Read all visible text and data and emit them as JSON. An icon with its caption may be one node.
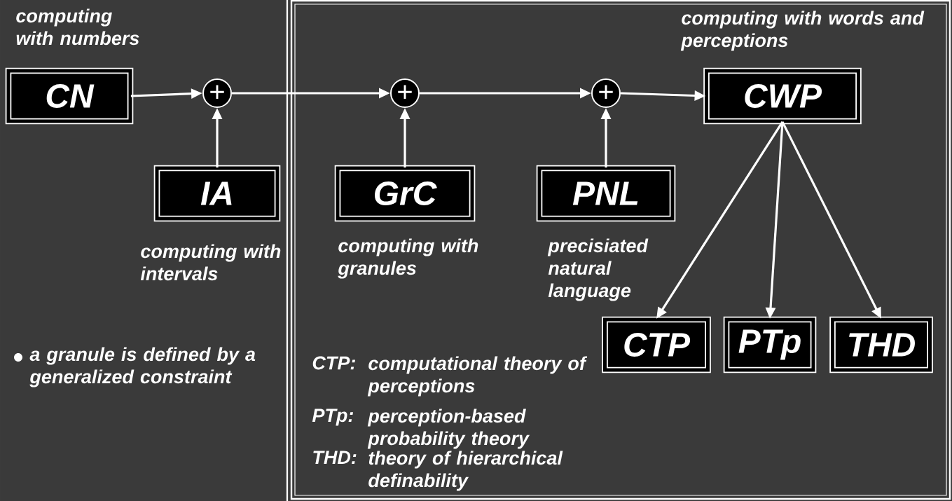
{
  "diagram": {
    "nodes": [
      {
        "text": [
          "CN"
        ],
        "beside": [
          "computing with numbers"
        ]
      },
      {
        "text": [
          "+"
        ]
      },
      {
        "text": [
          "IA"
        ],
        "beside": [
          "computing with intervals"
        ]
      },
      {
        "text": [
          "+"
        ]
      },
      {
        "text": [
          "GrC"
        ],
        "beside": [
          "computing with granules"
        ]
      },
      {
        "text": [
          "+"
        ]
      },
      {
        "text": [
          "PNL"
        ],
        "beside": [
          "precisiated natural language"
        ]
      },
      {
        "text": [
          "CWP"
        ],
        "beside": [
          "computing with words and perceptions"
        ]
      },
      {
        "text": [
          "CTP"
        ]
      },
      {
        "text": [
          "PTp"
        ]
      },
      {
        "text": [
          "THD"
        ]
      }
    ],
    "edges": [
      {
        "from": 0,
        "to": 1,
        "arrow": "to"
      },
      {
        "from": 2,
        "to": 1,
        "arrow": "to"
      },
      {
        "from": 1,
        "to": 3,
        "arrow": "to"
      },
      {
        "from": 4,
        "to": 3,
        "arrow": "to"
      },
      {
        "from": 3,
        "to": 5,
        "arrow": "to"
      },
      {
        "from": 6,
        "to": 5,
        "arrow": "to"
      },
      {
        "from": 5,
        "to": 7,
        "arrow": "to"
      },
      {
        "from": 7,
        "to": 8,
        "arrow": "to"
      },
      {
        "from": 7,
        "to": 9,
        "arrow": "to"
      },
      {
        "from": 7,
        "to": 10,
        "arrow": "to"
      }
    ],
    "labels": [
      "a granule is defined by a generalized constraint",
      "CTP:",
      "computational theory of perceptions",
      "PTp:",
      "perception-based probability theory",
      "THD:",
      "theory of hierarchical definability"
    ]
  }
}
